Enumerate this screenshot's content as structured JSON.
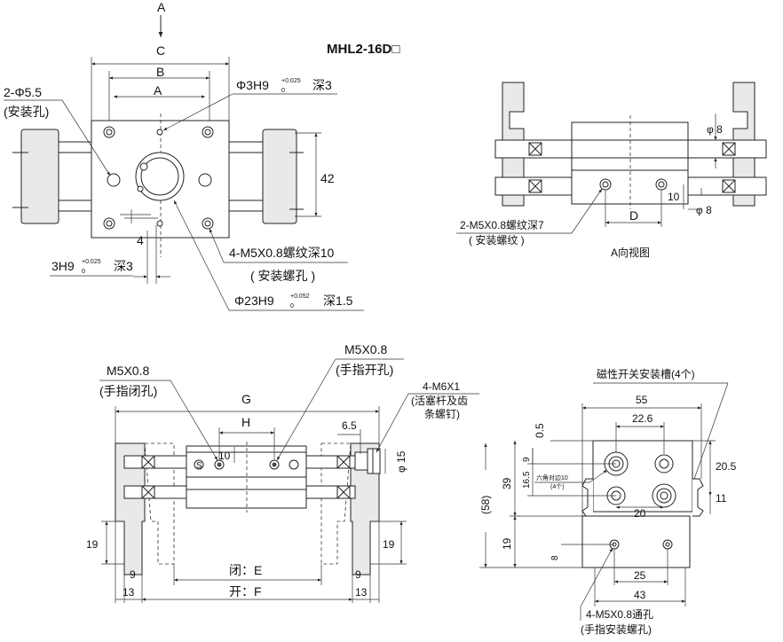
{
  "title": "MHL2-16D□",
  "top_left": {
    "view_a_letter": "A",
    "dim_c": "C",
    "dim_b": "B",
    "dim_a": "A",
    "mount_hole_label": "2-Φ5.5",
    "mount_hole_note": "(安装孔)",
    "pin_hole_top_main": "Φ3H9",
    "pin_hole_top_tol_up": "+0.025",
    "pin_hole_top_tol_low": "0",
    "pin_hole_top_depth": "深3",
    "height_42": "42",
    "dim_4": "4",
    "pin_hole_bottom_main": "3H9",
    "pin_hole_bottom_tol_up": "+0.025",
    "pin_hole_bottom_tol_low": "0",
    "pin_hole_bottom_depth": "深3",
    "thread_label": "4-M5X0.8螺纹深10",
    "thread_note": "( 安装螺孔 )",
    "bore_main": "Φ23H9",
    "bore_tol_up": "+0.052",
    "bore_tol_low": "0",
    "bore_depth": "深1.5"
  },
  "top_right": {
    "phi8_top": "φ 8",
    "phi8_bottom": "φ 8",
    "dim_10": "10",
    "dim_d": "D",
    "thread_label": "2-M5X0.8螺纹深7",
    "thread_note": "( 安装螺纹 )",
    "view_caption": "A向视图"
  },
  "bottom_left": {
    "close_port_thread": "M5X0.8",
    "close_port_note": "(手指闭孔)",
    "open_port_thread": "M5X0.8",
    "open_port_note": "(手指开孔)",
    "bolt_label": "4-M6X1",
    "bolt_note_1": "(活塞杆及齿",
    "bolt_note_2": "条螺钉)",
    "dim_g": "G",
    "dim_h": "H",
    "dim_6_5": "6.5",
    "dim_10": "10",
    "phi15": "φ 15",
    "dim_19_left": "19",
    "dim_19_right": "19",
    "dim_9_left": "9",
    "dim_9_right": "9",
    "dim_13_left": "13",
    "dim_13_right": "13",
    "closed_e": "闭：E",
    "open_f": "开：F",
    "port_mark": "S"
  },
  "bottom_right": {
    "switch_slot_label": "磁性开关安装槽(4个)",
    "dim_55": "55",
    "dim_22_6": "22.6",
    "dim_0_5": "0.5",
    "dim_9": "9",
    "dim_16_5": "16.5",
    "dim_39": "39",
    "dim_58": "(58)",
    "dim_19": "19",
    "dim_8": "8",
    "dim_20_5": "20.5",
    "dim_11": "11",
    "dim_20": "20",
    "dim_25": "25",
    "dim_43": "43",
    "hex_label": "六角对边10",
    "hex_count": "(4个)",
    "thread_label": "4-M5X0.8通孔",
    "thread_note": "(手指安装螺孔)"
  }
}
